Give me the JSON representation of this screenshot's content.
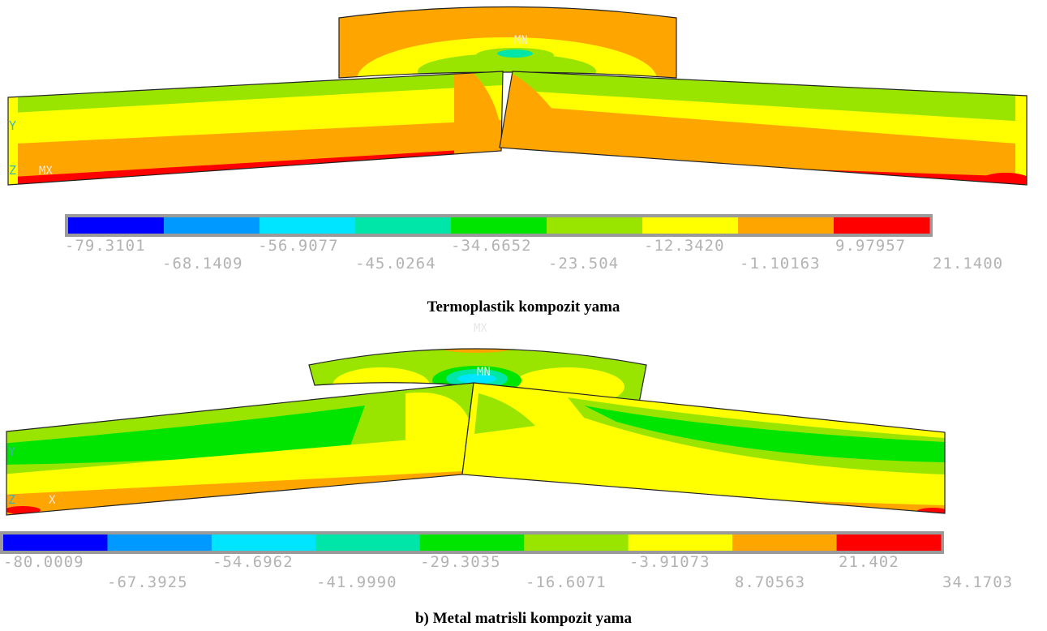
{
  "panel_a": {
    "caption": "Termoplastik kompozit yama",
    "markers": {
      "min": "MN",
      "max": "MX"
    },
    "axis_labels": {
      "y": "Y",
      "z": "Z"
    },
    "legend": {
      "colors": [
        "#0000ff",
        "#0099ff",
        "#00e5ff",
        "#00e5a8",
        "#00e500",
        "#99e500",
        "#ffff00",
        "#ffa500",
        "#ff0000"
      ],
      "labels_top": [
        "-79.3101",
        "-56.9077",
        "-34.6652",
        "-12.3420",
        "9.97957"
      ],
      "labels_bottom": [
        "-68.1409",
        "-45.0264",
        "-23.504",
        "-1.10163",
        "21.1400"
      ]
    }
  },
  "panel_b": {
    "caption": "b) Metal matrisli kompozit yama",
    "markers": {
      "min": "MN",
      "max": "MX",
      "x": "X"
    },
    "axis_labels": {
      "y": "Y",
      "z": "Z"
    },
    "legend": {
      "colors": [
        "#0000ff",
        "#0099ff",
        "#00e5ff",
        "#00e5a8",
        "#00e500",
        "#99e500",
        "#ffff00",
        "#ffa500",
        "#ff0000"
      ],
      "labels_top": [
        "-80.0009",
        "-54.6962",
        "-29.3035",
        "-3.91073",
        "21.402"
      ],
      "labels_bottom": [
        "-67.3925",
        "-41.9990",
        "-16.6071",
        "8.70563",
        "34.1703"
      ]
    }
  }
}
